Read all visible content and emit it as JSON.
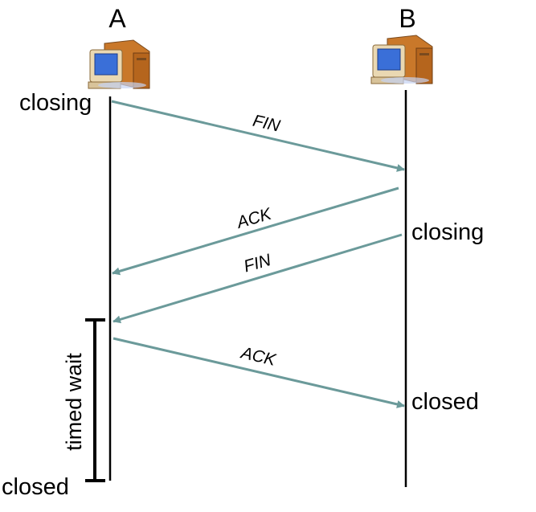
{
  "hosts": {
    "a": "A",
    "b": "B"
  },
  "states": {
    "a_closing": "closing",
    "b_closing": "closing",
    "b_closed": "closed",
    "a_closed": "closed"
  },
  "messages": {
    "fin1": "FIN",
    "ack1": "ACK",
    "fin2": "FIN",
    "ack2": "ACK"
  },
  "timed_wait": "timed wait",
  "icons": [
    "computer-icon",
    "computer-icon"
  ],
  "colors": {
    "arrow": "#6b9a9a",
    "line": "#000000",
    "screen": "#3a6fd8",
    "case": "#b5651d"
  }
}
